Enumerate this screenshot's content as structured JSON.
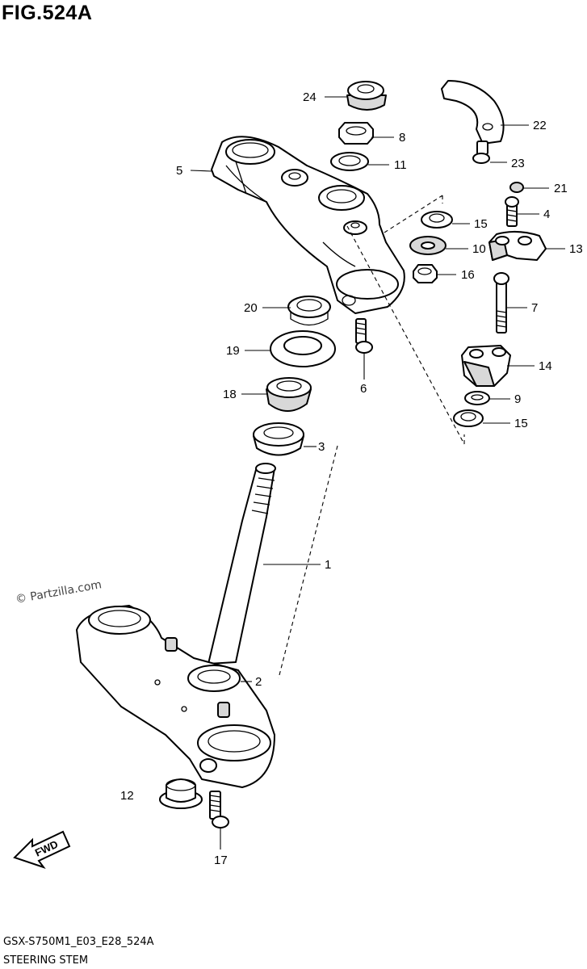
{
  "header": {
    "figure_title": "FIG.524A"
  },
  "watermark": "© Partzilla.com",
  "footer": {
    "diagram_code": "GSX-S750M1_E03_E28_524A",
    "section_name": "STEERING STEM"
  },
  "fwd_badge": "FWD",
  "callouts": {
    "p1": "1",
    "p2": "2",
    "p3": "3",
    "p4": "4",
    "p5": "5",
    "p6": "6",
    "p7": "7",
    "p8": "8",
    "p9": "9",
    "p10": "10",
    "p11": "11",
    "p12": "12",
    "p13": "13",
    "p14": "14",
    "p15a": "15",
    "p15b": "15",
    "p16": "16",
    "p17": "17",
    "p18": "18",
    "p19": "19",
    "p20": "20",
    "p21": "21",
    "p22": "22",
    "p23": "23",
    "p24": "24"
  }
}
